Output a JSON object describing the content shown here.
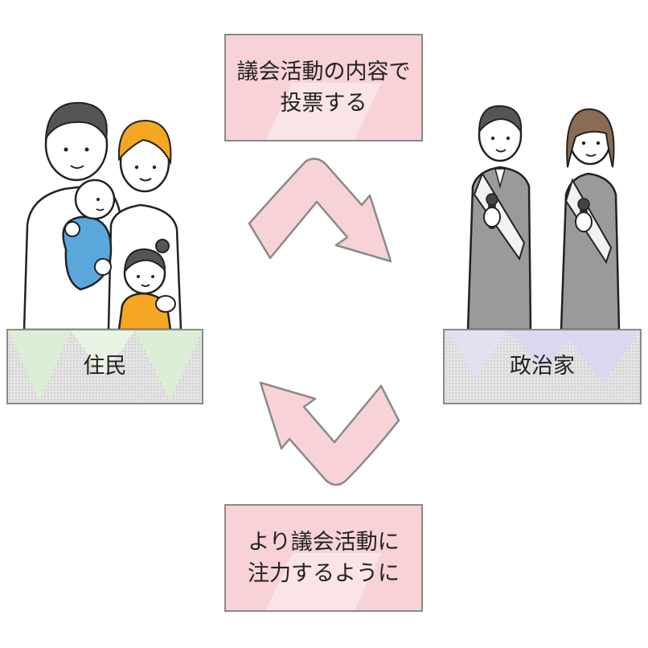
{
  "top_box": {
    "label": "議会活動の内容で\n投票する"
  },
  "bottom_box": {
    "label": "より議会活動に\n注力するように"
  },
  "residents": {
    "label": "住民"
  },
  "politicians": {
    "label": "政治家"
  },
  "colors": {
    "arrow": "#f7d2d6",
    "arrow_border": "#8a8a8a",
    "residents_triangle": "#dcefd6",
    "politicians_triangle": "#dcd6ee",
    "baby_cloth": "#5aa7dc",
    "child_shirt": "#f5a623",
    "mother_hair": "#f5a623",
    "hair_dark": "#555555",
    "suit": "#9a9a9a",
    "sash": "#f2f2f2"
  }
}
